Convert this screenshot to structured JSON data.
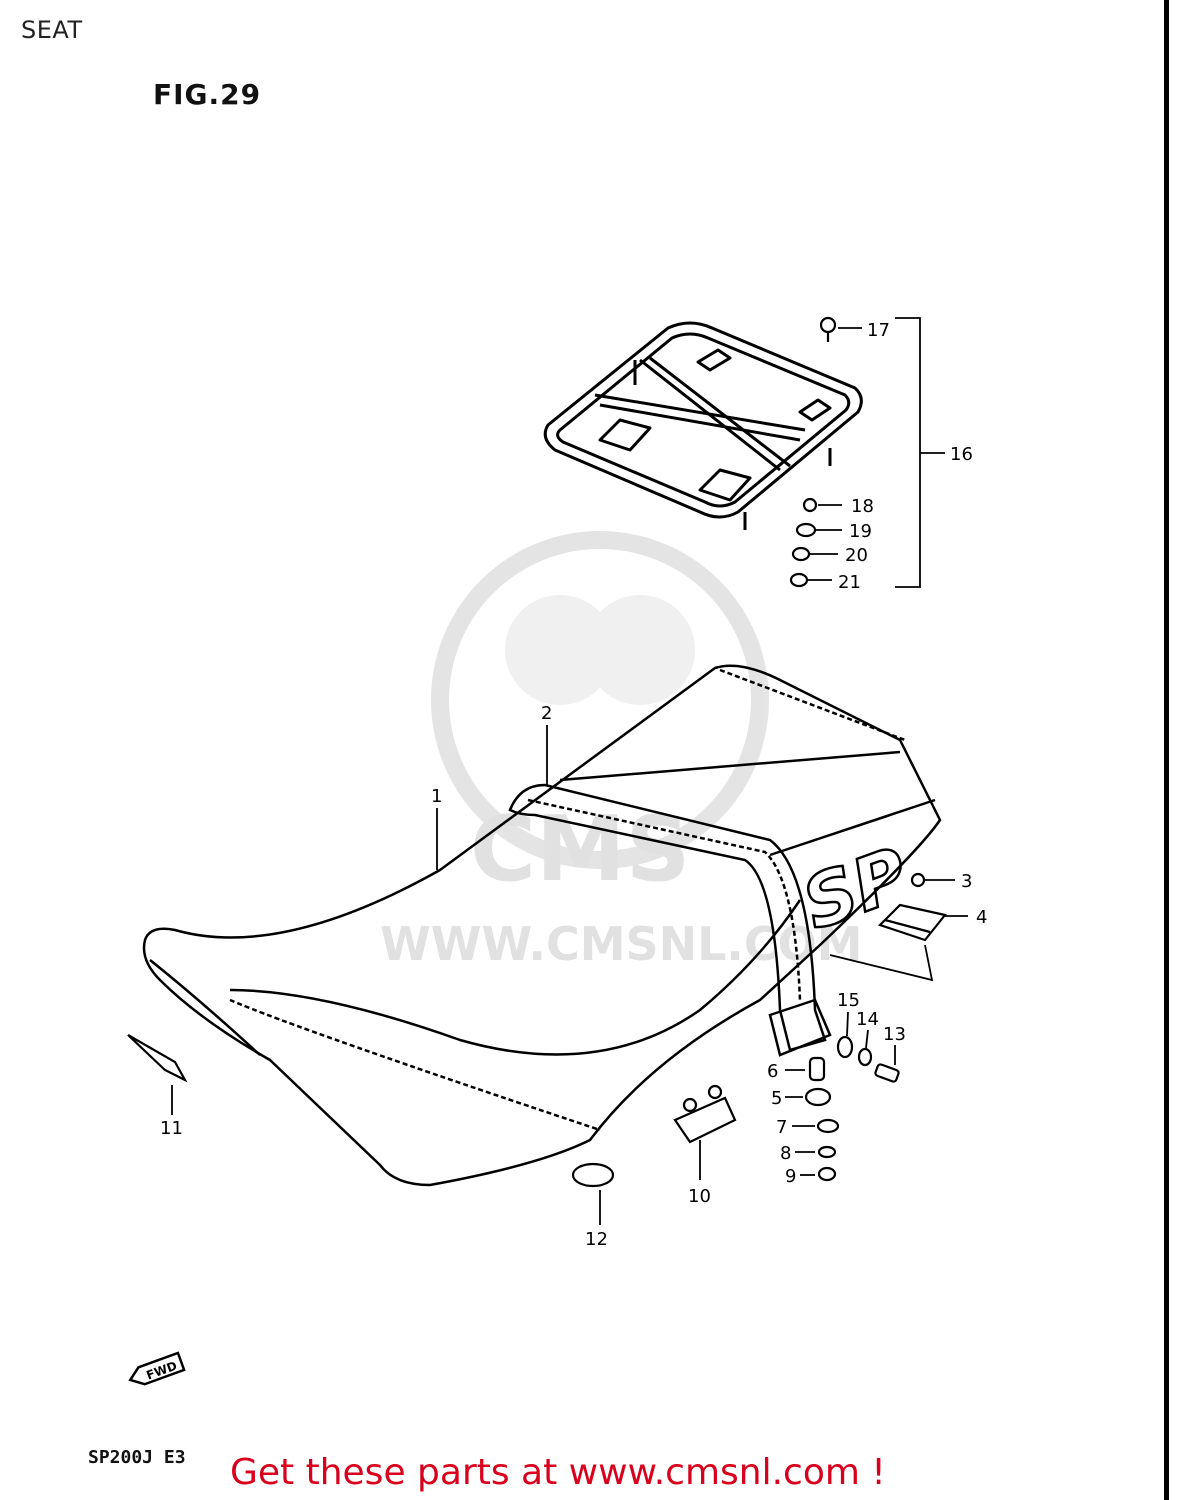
{
  "header": {
    "section": "SEAT",
    "figure": "FIG.29"
  },
  "footer": {
    "model": "SP200J  E3",
    "cta": "Get these parts at www.cmsnl.com !"
  },
  "watermark": {
    "logo_text": "CMS",
    "url": "WWW.CMSNL.COM"
  },
  "seat_logo": "SP",
  "fwd_label": "FWD",
  "colors": {
    "cta": "#d8001c",
    "watermark": "#d0d0d0",
    "line": "#000000"
  },
  "callouts": {
    "c1": "1",
    "c2": "2",
    "c3": "3",
    "c4": "4",
    "c5": "5",
    "c6": "6",
    "c7": "7",
    "c8": "8",
    "c9": "9",
    "c10": "10",
    "c11": "11",
    "c12": "12",
    "c13": "13",
    "c14": "14",
    "c15": "15",
    "c16": "16",
    "c17": "17",
    "c18": "18",
    "c19": "19",
    "c20": "20",
    "c21": "21"
  }
}
